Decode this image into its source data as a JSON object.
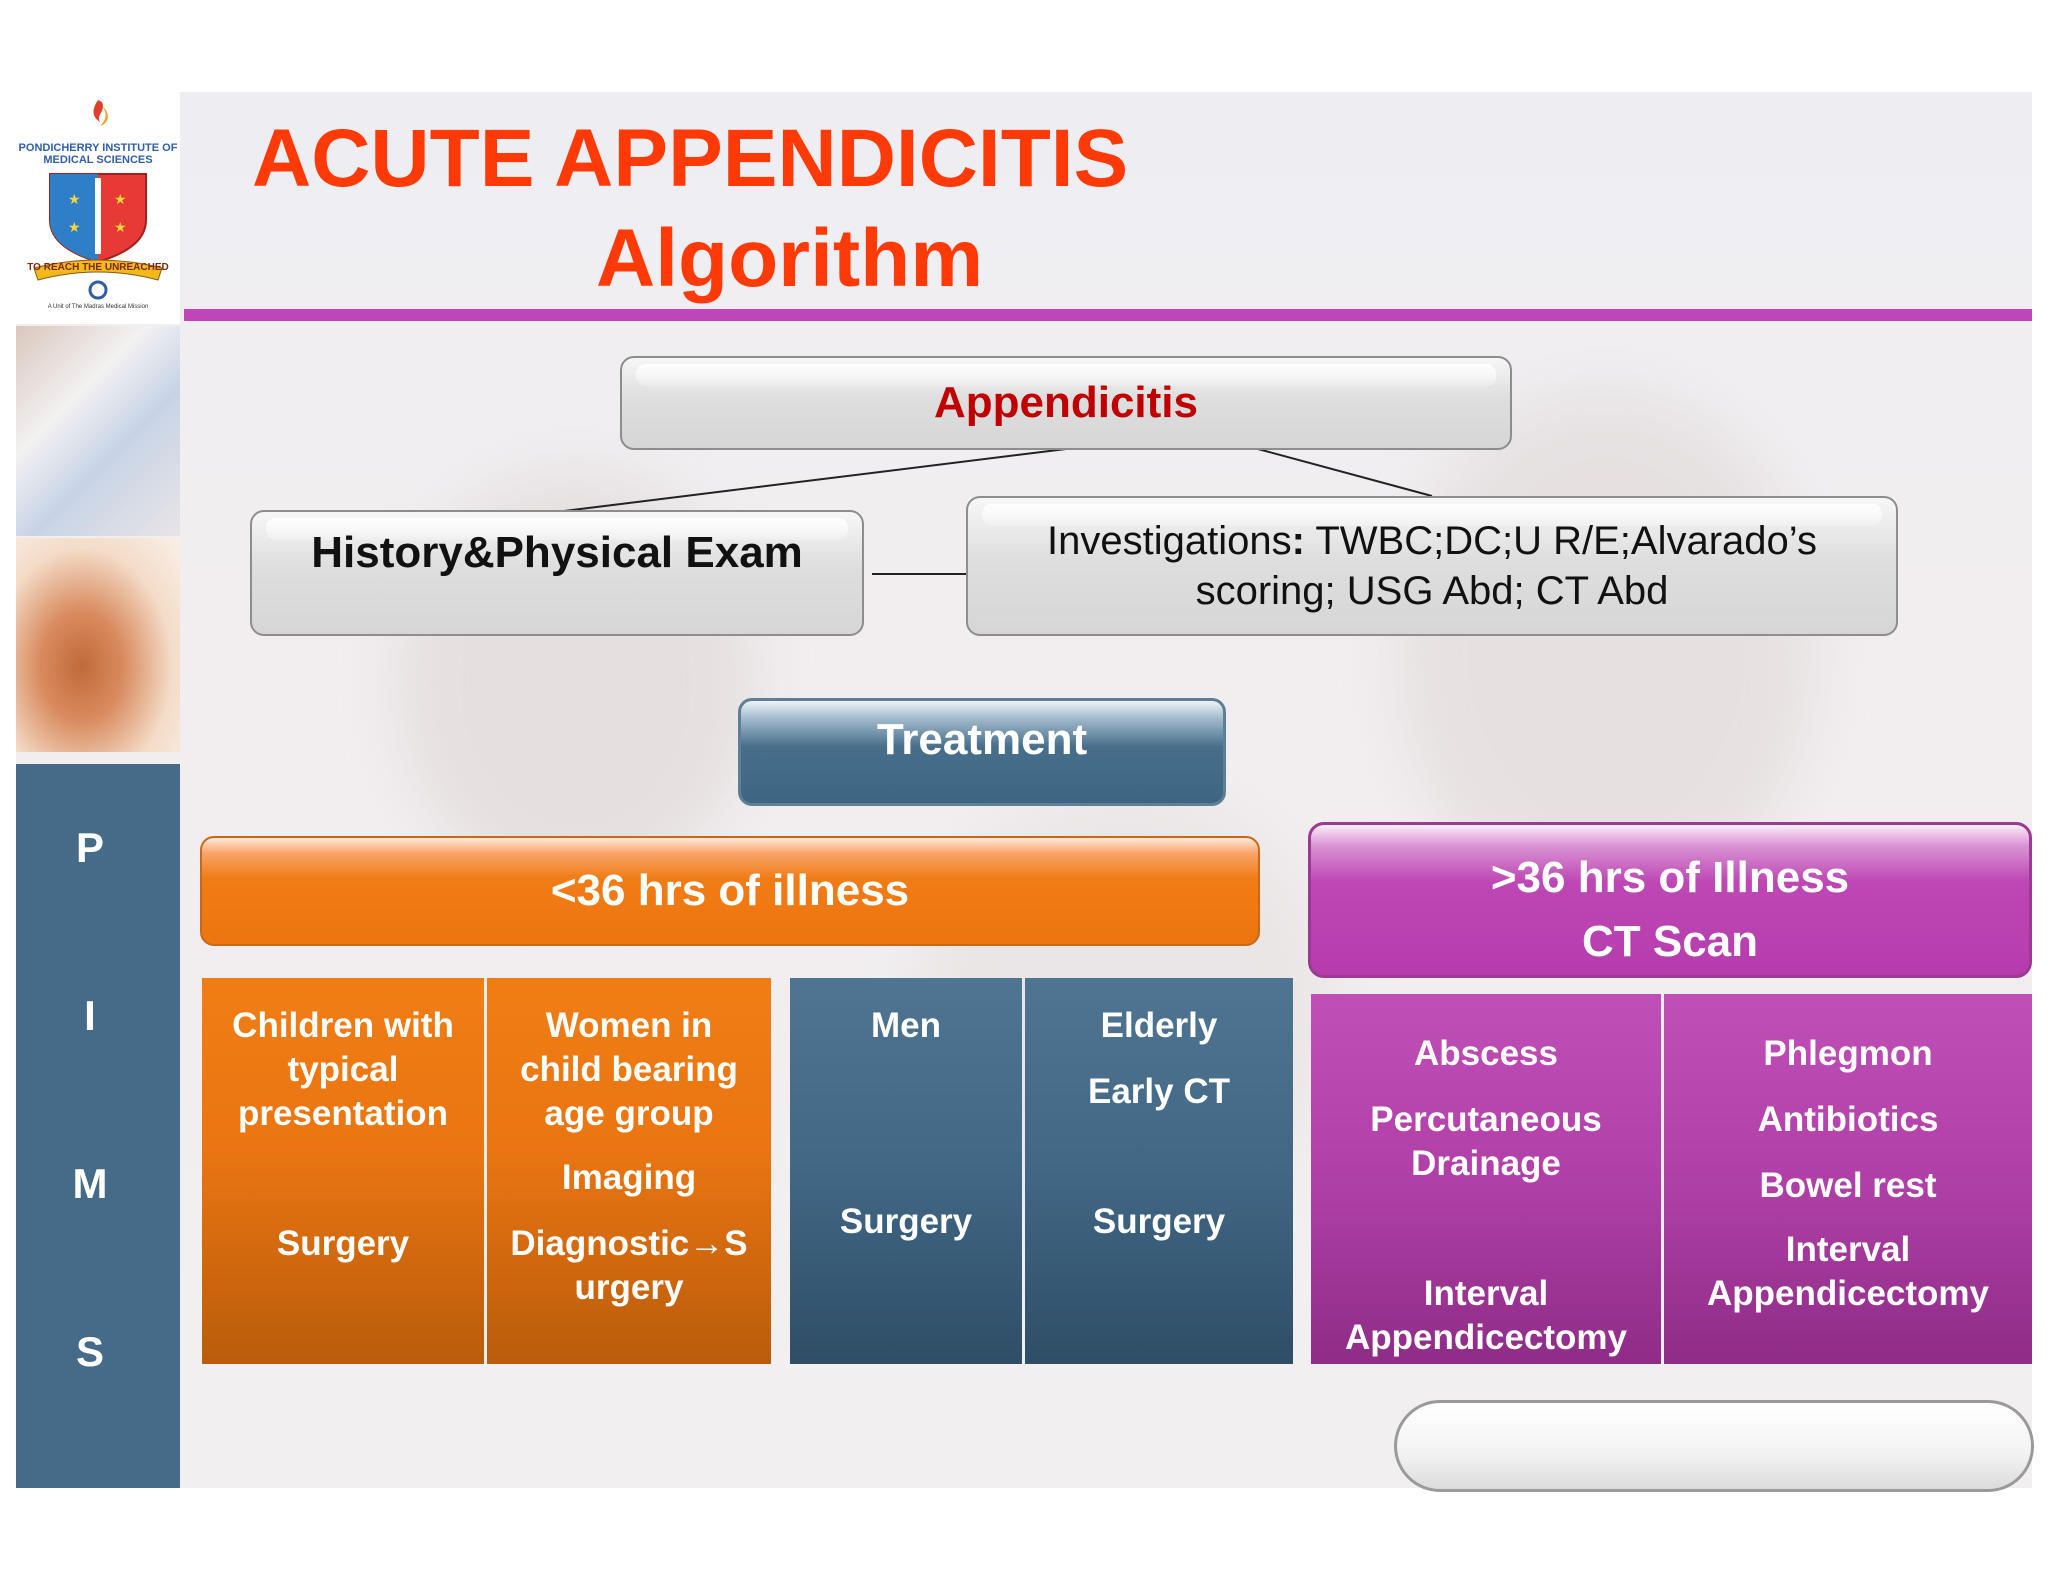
{
  "title": {
    "line1": "ACUTE APPENDICITIS",
    "line2": "Algorithm"
  },
  "sidebar": {
    "logo_name": "PONDICHERRY INSTITUTE OF MEDICAL SCIENCES",
    "logo_motto": "TO REACH THE UNREACHED",
    "logo_sub": "A Unit of The Madras Medical Mission",
    "letters": [
      "P",
      "I",
      "M",
      "S"
    ]
  },
  "nodes": {
    "appendicitis": "Appendicitis",
    "history": "History&Physical Exam",
    "investigations_label": "Investigations",
    "investigations_colon": ":",
    "investigations_line1_rest": " TWBC;DC;U R/E;Alvarado’s",
    "investigations_line2": "scoring; USG Abd; CT Abd",
    "treatment": "Treatment",
    "under36": "<36 hrs of illness",
    "over36_line1": ">36 hrs of Illness",
    "over36_line2": "CT Scan"
  },
  "groups": [
    {
      "l1": "Children with",
      "l2": "typical",
      "l3": "presentation",
      "action": "Surgery"
    },
    {
      "l1": "Women in",
      "l2": "child bearing",
      "l3": "age group",
      "l4": "Imaging",
      "action_l1": "Diagnostic→S",
      "action_l2": "urgery"
    },
    {
      "l1": "Men",
      "action": "Surgery"
    },
    {
      "l1": "Elderly",
      "l2": "Early CT",
      "action": "Surgery"
    },
    {
      "l1": "Abscess",
      "l2": "Percutaneous",
      "l3": "Drainage",
      "l4": "Interval",
      "l5": "Appendicectomy"
    },
    {
      "l1": "Phlegmon",
      "l2": "Antibiotics",
      "l3": "Bowel rest",
      "l4": "Interval",
      "l5": "Appendicectomy"
    }
  ],
  "colors": {
    "title": "#ff3a06",
    "rule": "#bf45b8",
    "orange": "#ee7510",
    "blue": "#456b89",
    "purple": "#b63cad",
    "appendicitis_text": "#c00000"
  }
}
